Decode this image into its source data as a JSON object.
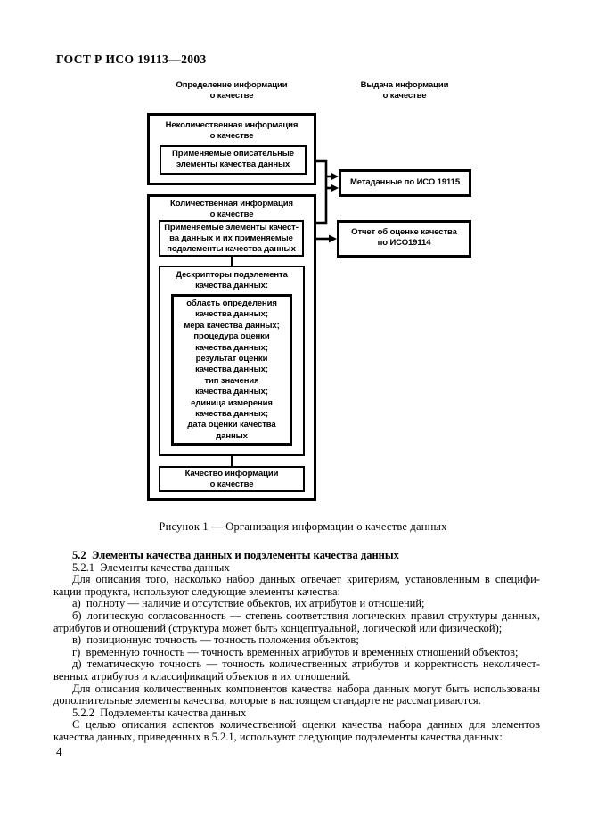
{
  "colors": {
    "ink": "#000000",
    "paper": "#ffffff"
  },
  "page": {
    "header": "ГОСТ Р ИСО 19113—2003",
    "page_number": "4"
  },
  "figure": {
    "caption": "Рисунок 1 — Организация информации о качестве данных",
    "column_headers": {
      "left": [
        "Определение информации",
        "о качестве"
      ],
      "right": [
        "Выдача информации",
        "о качестве"
      ]
    },
    "boxes": {
      "nonquant": {
        "title": [
          "Неколичественная информация",
          "о качестве"
        ],
        "inner": [
          "Применяемые описательные",
          "элементы качества данных"
        ]
      },
      "quant": {
        "title": [
          "Количественная информация",
          "о качестве"
        ],
        "applied": [
          "Применяемые элементы качест-",
          "ва данных и их применяемые",
          "подэлементы качества данных"
        ],
        "descriptors_title": [
          "Дескрипторы подэлемента",
          "качества данных:"
        ],
        "descriptor_items": [
          "область определения",
          "качества данных;",
          "мера качества данных;",
          "процедура оценки",
          "качества данных;",
          "результат оценки",
          "качества данных;",
          "тип значения",
          "качества данных;",
          "единица измерения",
          "качества данных;",
          "дата оценки качества",
          "данных"
        ],
        "quality_info": [
          "Качество информации",
          "о качестве"
        ]
      },
      "metadata": [
        "Метаданные по ИСО 19115"
      ],
      "report": [
        "Отчет об оценке качества",
        "по ИСО19114"
      ]
    }
  },
  "body": {
    "paragraphs": [
      {
        "bold": true,
        "lines": [
          "5.2 Элементы качества данных и подэлементы качества данных"
        ]
      },
      {
        "bold": false,
        "lines": [
          "5.2.1 Элементы качества данных"
        ]
      },
      {
        "bold": false,
        "lines": [
          "Для описания того, насколько набор данных отвечает критериям, установленным в специфи-",
          "кации продукта, используют следующие элементы качества:"
        ]
      },
      {
        "bold": false,
        "lines": [
          "а) полноту — наличие и отсутствие объектов, их атрибутов и отношений;"
        ]
      },
      {
        "bold": false,
        "lines": [
          "б) логическую согласованность — степень соответствия логических правил структуры данных,",
          "атрибутов и отношений (структура может быть концептуальной, логической или физической);"
        ]
      },
      {
        "bold": false,
        "lines": [
          "в) позиционную точность — точность положения объектов;"
        ]
      },
      {
        "bold": false,
        "lines": [
          "г) временну́ю точность — точность временны́х атрибутов и временны́х отношений объектов;"
        ]
      },
      {
        "bold": false,
        "lines": [
          "д) тематическую точность — точность количественных атрибутов и корректность неколичест-",
          "венных атрибутов и классификаций объектов и их отношений."
        ]
      },
      {
        "bold": false,
        "lines": [
          "Для описания количественных компонентов качества набора данных могут быть использованы",
          "дополнительные элементы качества, которые в настоящем стандарте не рассматриваются."
        ]
      },
      {
        "bold": false,
        "lines": [
          "5.2.2 Подэлементы качества данных"
        ]
      },
      {
        "bold": false,
        "lines": [
          "С целью описания аспектов количественной оценки качества набора данных для элементов",
          "качества данных, приведенных в 5.2.1, используют следующие подэлементы качества данных:"
        ]
      }
    ]
  }
}
